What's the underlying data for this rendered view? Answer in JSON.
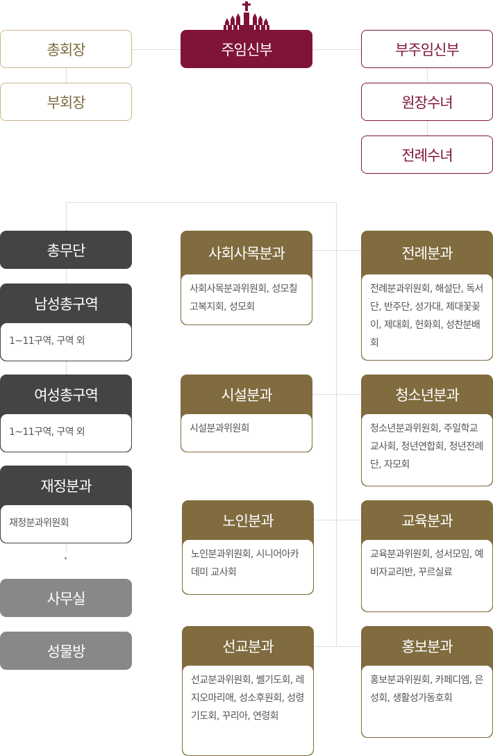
{
  "top": {
    "president": "총회장",
    "vice_president": "부회장",
    "pastor": "주임신부",
    "assistant_pastor": "부주임신부",
    "head_sister": "원장수녀",
    "liturgy_sister": "전례수녀"
  },
  "left": [
    {
      "title": "총무단"
    },
    {
      "title": "남성총구역",
      "desc": "1~11구역, 구역 외"
    },
    {
      "title": "여성총구역",
      "desc": "1~11구역, 구역 외"
    },
    {
      "title": "재정분과",
      "desc": "재정분과위원회"
    },
    {
      "title": "사무실"
    },
    {
      "title": "성물방"
    }
  ],
  "middle": [
    {
      "title": "사회사목분과",
      "desc": "사회사목분과위원회, 성모칠고복지회, 성모회"
    },
    {
      "title": "시설분과",
      "desc": "시설분과위원회"
    },
    {
      "title": "노인분과",
      "desc": "노인분과위원회, 시니어아카데미 교사회"
    },
    {
      "title": "선교분과",
      "desc": "선교분과위원회, 쎌기도회, 레지오마리애, 성소후원회, 성령기도회, 꾸리아, 연령회"
    }
  ],
  "right": [
    {
      "title": "전례분과",
      "desc": "전례분과위원회, 해설단, 독서단, 반주단, 성가대, 제대꽃꽂이, 제대회, 헌화회, 성찬분배회"
    },
    {
      "title": "청소년분과",
      "desc": "청소년분과위원회, 주일학교교사회, 청년연합회, 청년전례단, 자모회"
    },
    {
      "title": "교육분과",
      "desc": "교육분과위원회, 성서모임, 예비자교리반, 꾸르실료"
    },
    {
      "title": "홍보분과",
      "desc": "홍보분과위원회, 카페디엠, 은성회, 생활성가동호회"
    }
  ],
  "colors": {
    "maroon": "#7f1437",
    "brown": "#806c3f",
    "dark": "#444444",
    "gray": "#888888"
  }
}
